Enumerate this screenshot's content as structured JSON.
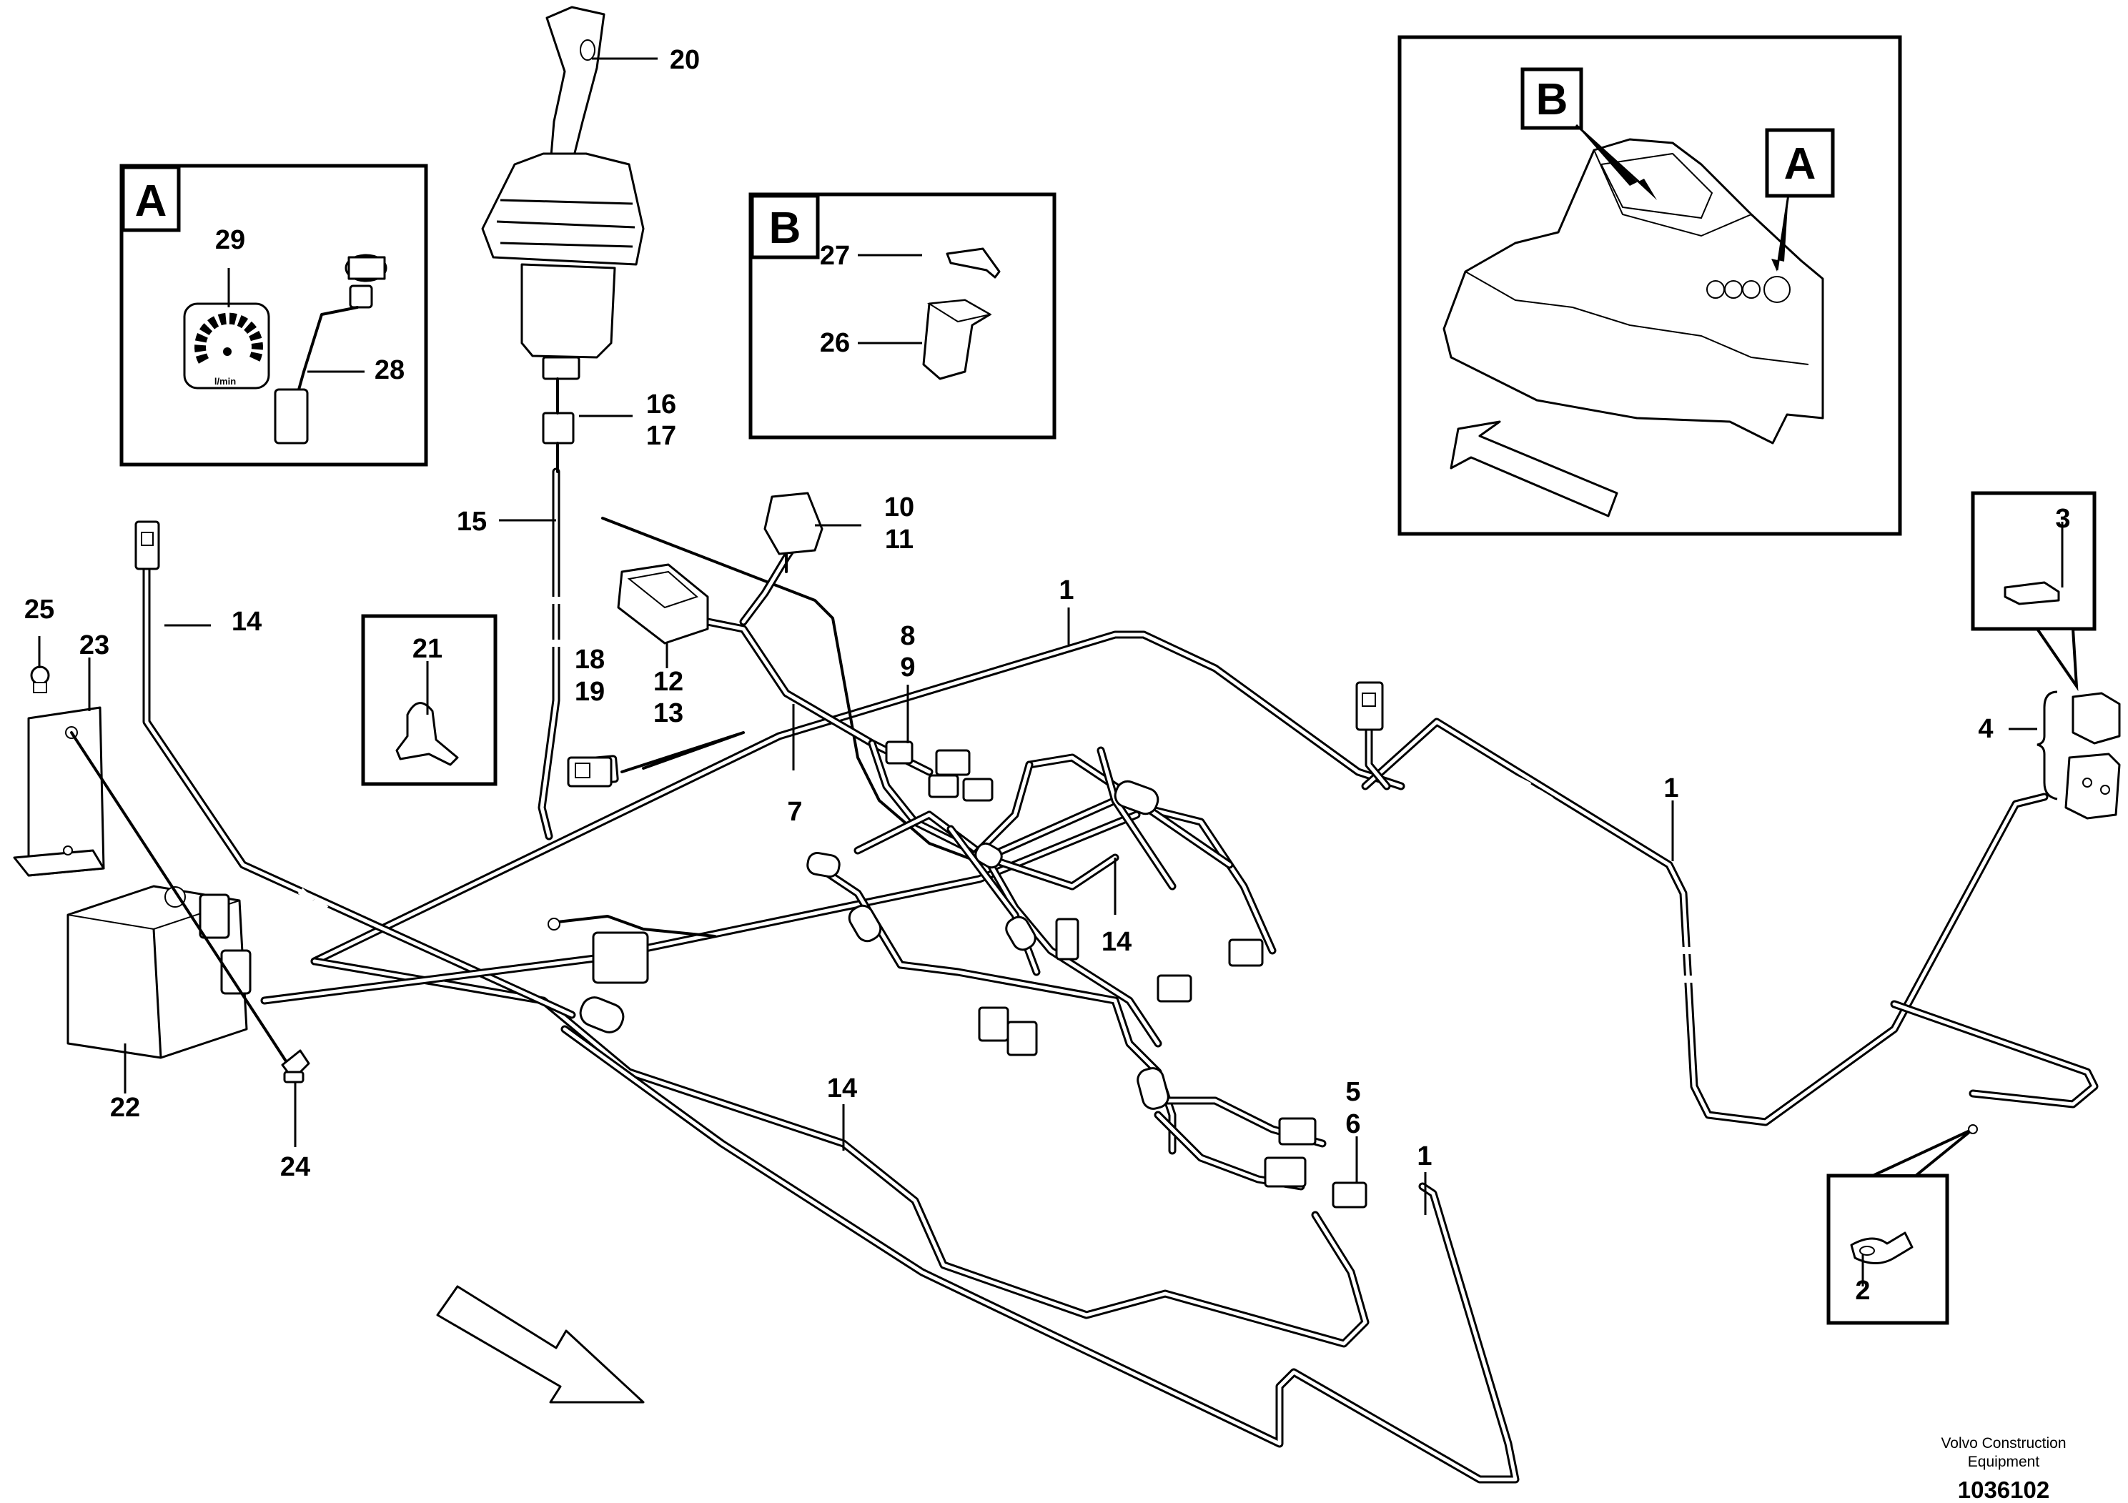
{
  "callouts": {
    "c1a": "1",
    "c1b": "1",
    "c1c": "1",
    "c2": "2",
    "c3": "3",
    "c4": "4",
    "c5": "5",
    "c6": "6",
    "c7": "7",
    "c8": "8",
    "c9": "9",
    "c10": "10",
    "c11": "11",
    "c12": "12",
    "c13": "13",
    "c14a": "14",
    "c14b": "14",
    "c14c": "14",
    "c15": "15",
    "c16": "16",
    "c17": "17",
    "c18": "18",
    "c19": "19",
    "c20": "20",
    "c21": "21",
    "c22": "22",
    "c23": "23",
    "c24": "24",
    "c25": "25",
    "c26": "26",
    "c27": "27",
    "c28": "28",
    "c29": "29"
  },
  "detail_tags": {
    "inset_a": "A",
    "inset_b": "B",
    "cab_a": "A",
    "cab_b": "B"
  },
  "gauge_unit": "l/min",
  "footer": {
    "company_line1": "Volvo Construction",
    "company_line2": "Equipment",
    "doc_number": "1036102"
  }
}
